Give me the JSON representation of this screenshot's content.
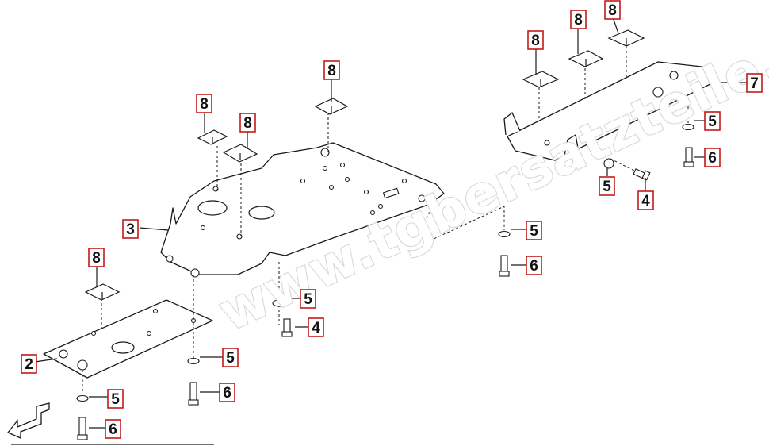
{
  "watermark": "www.tgbersatzteile.de",
  "direction_arrow_icon": "front-direction-arrow-icon",
  "callout_box_color": "#c21a1a",
  "callouts": [
    {
      "id": "c8-a",
      "label": "8"
    },
    {
      "id": "c8-b",
      "label": "8"
    },
    {
      "id": "c8-c",
      "label": "8"
    },
    {
      "id": "c8-d",
      "label": "8"
    },
    {
      "id": "c8-e",
      "label": "8"
    },
    {
      "id": "c8-f",
      "label": "8"
    },
    {
      "id": "c8-g",
      "label": "8"
    },
    {
      "id": "c7",
      "label": "7"
    },
    {
      "id": "c5-a",
      "label": "5"
    },
    {
      "id": "c6-a",
      "label": "6"
    },
    {
      "id": "c5-b",
      "label": "5"
    },
    {
      "id": "c4-a",
      "label": "4"
    },
    {
      "id": "c3",
      "label": "3"
    },
    {
      "id": "c5-c",
      "label": "5"
    },
    {
      "id": "c6-b",
      "label": "6"
    },
    {
      "id": "c5-d",
      "label": "5"
    },
    {
      "id": "c4-b",
      "label": "4"
    },
    {
      "id": "c2",
      "label": "2"
    },
    {
      "id": "c5-e",
      "label": "5"
    },
    {
      "id": "c6-c",
      "label": "6"
    },
    {
      "id": "c5-f",
      "label": "5"
    },
    {
      "id": "c6-d",
      "label": "6"
    }
  ]
}
